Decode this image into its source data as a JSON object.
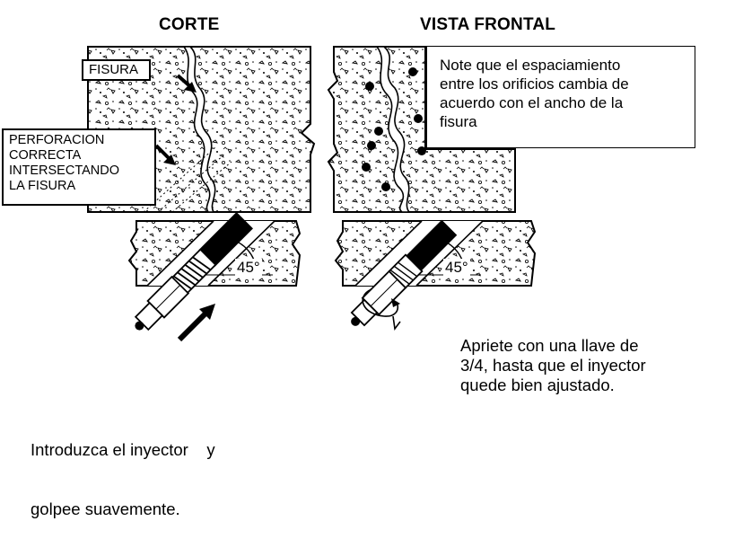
{
  "titles": {
    "left": "CORTE",
    "right": "VISTA FRONTAL"
  },
  "labels": {
    "fisura": "FISURA",
    "perforacion": [
      "PERFORACION",
      "CORRECTA",
      "INTERSECTANDO",
      "LA FISURA"
    ],
    "angle_left": "45°",
    "angle_right": "45°"
  },
  "note": [
    "Note que el espaciamiento",
    "entre los orificios cambia de",
    "acuerdo con el ancho de la",
    "fisura"
  ],
  "captions": {
    "left": [
      "Introduzca el inyector    y",
      "golpee suavemente."
    ],
    "right": [
      "Apriete con una llave de",
      "3/4, hasta que el inyector",
      "quede bien ajustado."
    ]
  }
}
